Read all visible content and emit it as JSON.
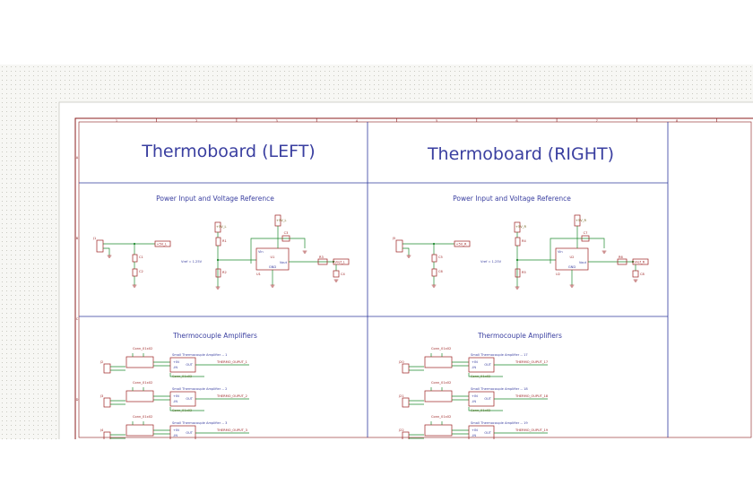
{
  "sheet": {
    "column_markers": [
      "1",
      "2",
      "3",
      "4",
      "5",
      "6",
      "7",
      "8"
    ],
    "row_markers": [
      "A",
      "B",
      "C",
      "D"
    ]
  },
  "panels": [
    {
      "title": "Thermoboard (LEFT)",
      "power_section_title": "Power Input and Voltage Reference",
      "vref_label": "Vref = 1.25V",
      "power_nets": [
        "+5V_L",
        "+5V_L",
        "Vref_L"
      ],
      "reg_pins": [
        "Vin",
        "Vout",
        "GND"
      ],
      "part_refs": [
        "C1",
        "C2",
        "C3",
        "R1",
        "R2",
        "U1",
        "R3",
        "C4",
        "J1"
      ],
      "amp_section_title": "Thermocouple Amplifiers",
      "amp_blocks": [
        {
          "header": "Small Thermocouple Amplifier -- 1",
          "output": "THERMO_OUPUT_1",
          "part": "Conn_01x02",
          "pins": [
            "+IN",
            "-IN",
            "OUT"
          ],
          "ref": "J2"
        },
        {
          "header": "Small Thermocouple Amplifier -- 2",
          "output": "THERMO_OUPUT_2",
          "part": "Conn_01x02",
          "pins": [
            "+IN",
            "-IN",
            "OUT"
          ],
          "ref": "J3"
        },
        {
          "header": "Small Thermocouple Amplifier -- 3",
          "output": "THERMO_OUPUT_3",
          "part": "Conn_01x02",
          "pins": [
            "+IN",
            "-IN",
            "OUT"
          ],
          "ref": "J4"
        }
      ]
    },
    {
      "title": "Thermoboard (RIGHT)",
      "power_section_title": "Power Input and Voltage Reference",
      "vref_label": "Vref = 1.25V",
      "power_nets": [
        "+5V_R",
        "+5V_R",
        "Vref_R"
      ],
      "reg_pins": [
        "Vin",
        "Vout",
        "GND"
      ],
      "part_refs": [
        "C5",
        "C6",
        "C7",
        "R4",
        "R5",
        "U2",
        "R6",
        "C8",
        "J5"
      ],
      "amp_section_title": "Thermocouple Amplifiers",
      "amp_blocks": [
        {
          "header": "Small Thermocouple Amplifier -- 17",
          "output": "THERMO_OUPUT_17",
          "part": "Conn_01x02",
          "pins": [
            "+IN",
            "-IN",
            "OUT"
          ],
          "ref": "J20"
        },
        {
          "header": "Small Thermocouple Amplifier -- 18",
          "output": "THERMO_OUPUT_18",
          "part": "Conn_01x02",
          "pins": [
            "+IN",
            "-IN",
            "OUT"
          ],
          "ref": "J21"
        },
        {
          "header": "Small Thermocouple Amplifier -- 19",
          "output": "THERMO_OUPUT_19",
          "part": "Conn_01x02",
          "pins": [
            "+IN",
            "-IN",
            "OUT"
          ],
          "ref": "J22"
        }
      ]
    }
  ],
  "colors": {
    "frame": "#8b1c1c",
    "grid_line": "#2f3a9e",
    "title_text": "#3a3fa0",
    "wire": "#1e8a2e",
    "component": "#9b1f1f",
    "net_label": "#6b5a12",
    "pin_text": "#3a3fa0"
  }
}
